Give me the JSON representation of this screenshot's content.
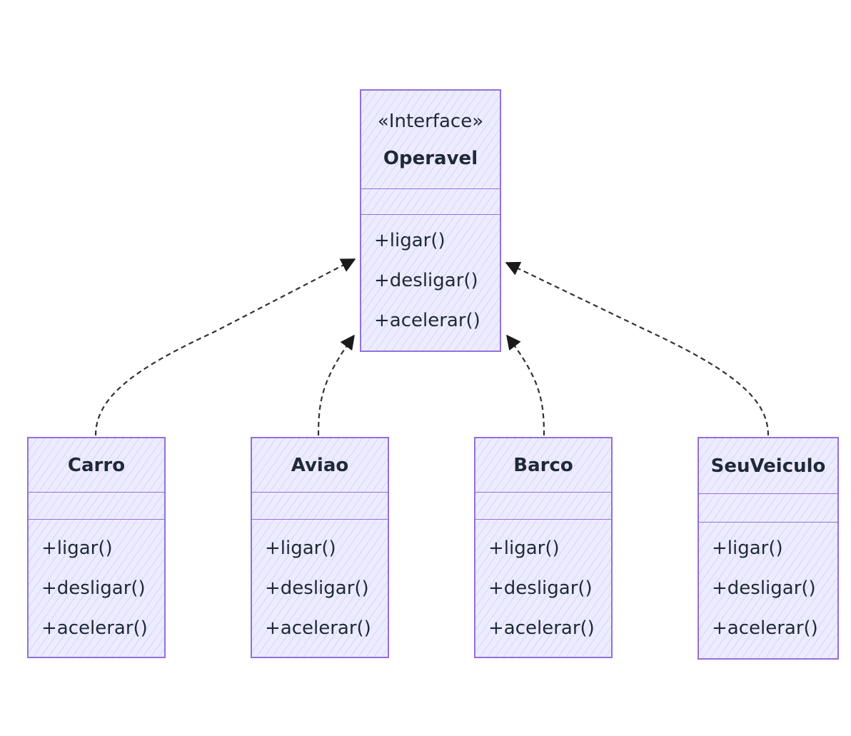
{
  "interface": {
    "stereotype": "«Interface»",
    "name": "Operavel",
    "methods": [
      "+ligar()",
      "+desligar()",
      "+acelerar()"
    ]
  },
  "classes": [
    {
      "name": "Carro",
      "methods": [
        "+ligar()",
        "+desligar()",
        "+acelerar()"
      ]
    },
    {
      "name": "Aviao",
      "methods": [
        "+ligar()",
        "+desligar()",
        "+acelerar()"
      ]
    },
    {
      "name": "Barco",
      "methods": [
        "+ligar()",
        "+desligar()",
        "+acelerar()"
      ]
    },
    {
      "name": "SeuVeiculo",
      "methods": [
        "+ligar()",
        "+desligar()",
        "+acelerar()"
      ]
    }
  ],
  "relations": [
    {
      "from": "Carro",
      "to": "Operavel",
      "type": "realization"
    },
    {
      "from": "Aviao",
      "to": "Operavel",
      "type": "realization"
    },
    {
      "from": "Barco",
      "to": "Operavel",
      "type": "realization"
    },
    {
      "from": "SeuVeiculo",
      "to": "Operavel",
      "type": "realization"
    }
  ],
  "colors": {
    "border": "#9370DB",
    "fill": "#ECECFF",
    "text": "#1F2937",
    "edge": "#333333"
  }
}
